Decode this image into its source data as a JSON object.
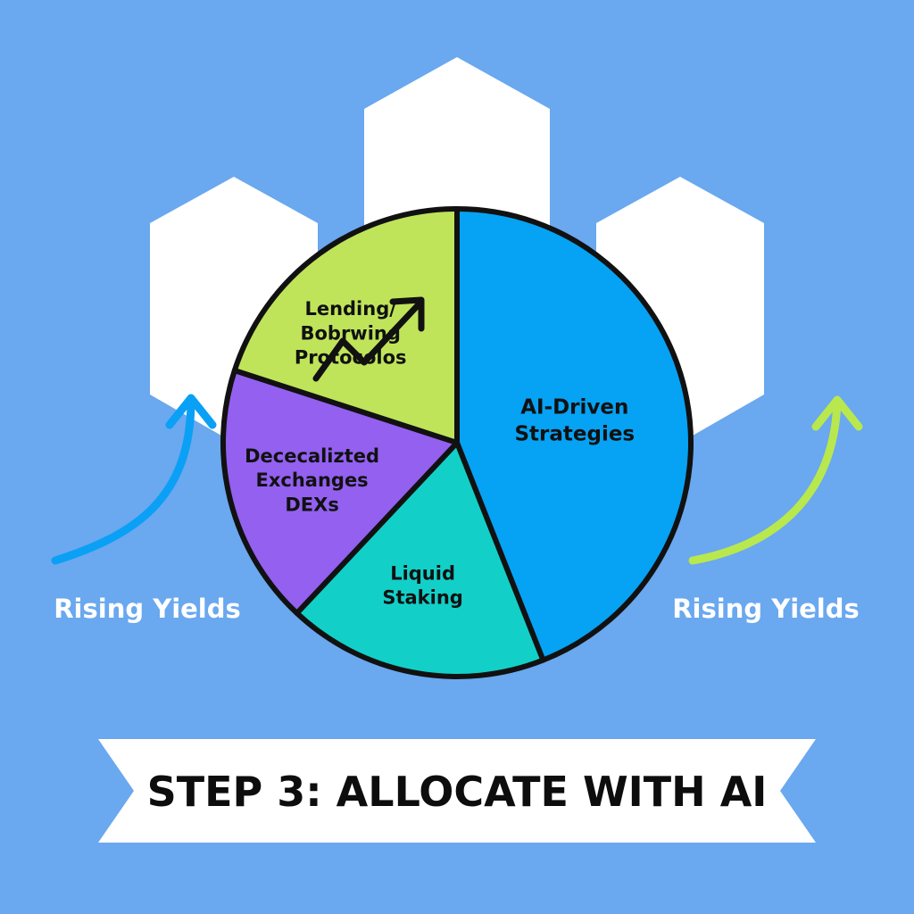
{
  "chart_data": {
    "type": "pie",
    "slices": [
      {
        "label": [
          "AI-Driven",
          "Strategies"
        ],
        "value": 44,
        "color": "#06a2f4"
      },
      {
        "label": [
          "Liquid",
          "Staking"
        ],
        "value": 18,
        "color": "#12d0c8"
      },
      {
        "label": [
          "Dececalizted",
          "Exchanges",
          "DEXs"
        ],
        "value": 18,
        "color": "#9360f0"
      },
      {
        "label": [
          "Lending/",
          "Bobrwing",
          "Protocolos"
        ],
        "value": 20,
        "color": "#bfe45a"
      }
    ],
    "start_angle_deg": -90,
    "legend": "none"
  },
  "annotations": {
    "left_arrow_text": "Rising Yields",
    "right_arrow_text": "Rising Yields",
    "left_arrow_color": "#0aa0f5",
    "right_arrow_color": "#b8e84e",
    "trend_icon": "trending-up-arrow-icon"
  },
  "banner": {
    "title": "STEP 3: ALLOCATE WITH AI"
  },
  "colors": {
    "background": "#6aa8ef",
    "hexagons": "#ffffff",
    "outline": "#111111"
  }
}
